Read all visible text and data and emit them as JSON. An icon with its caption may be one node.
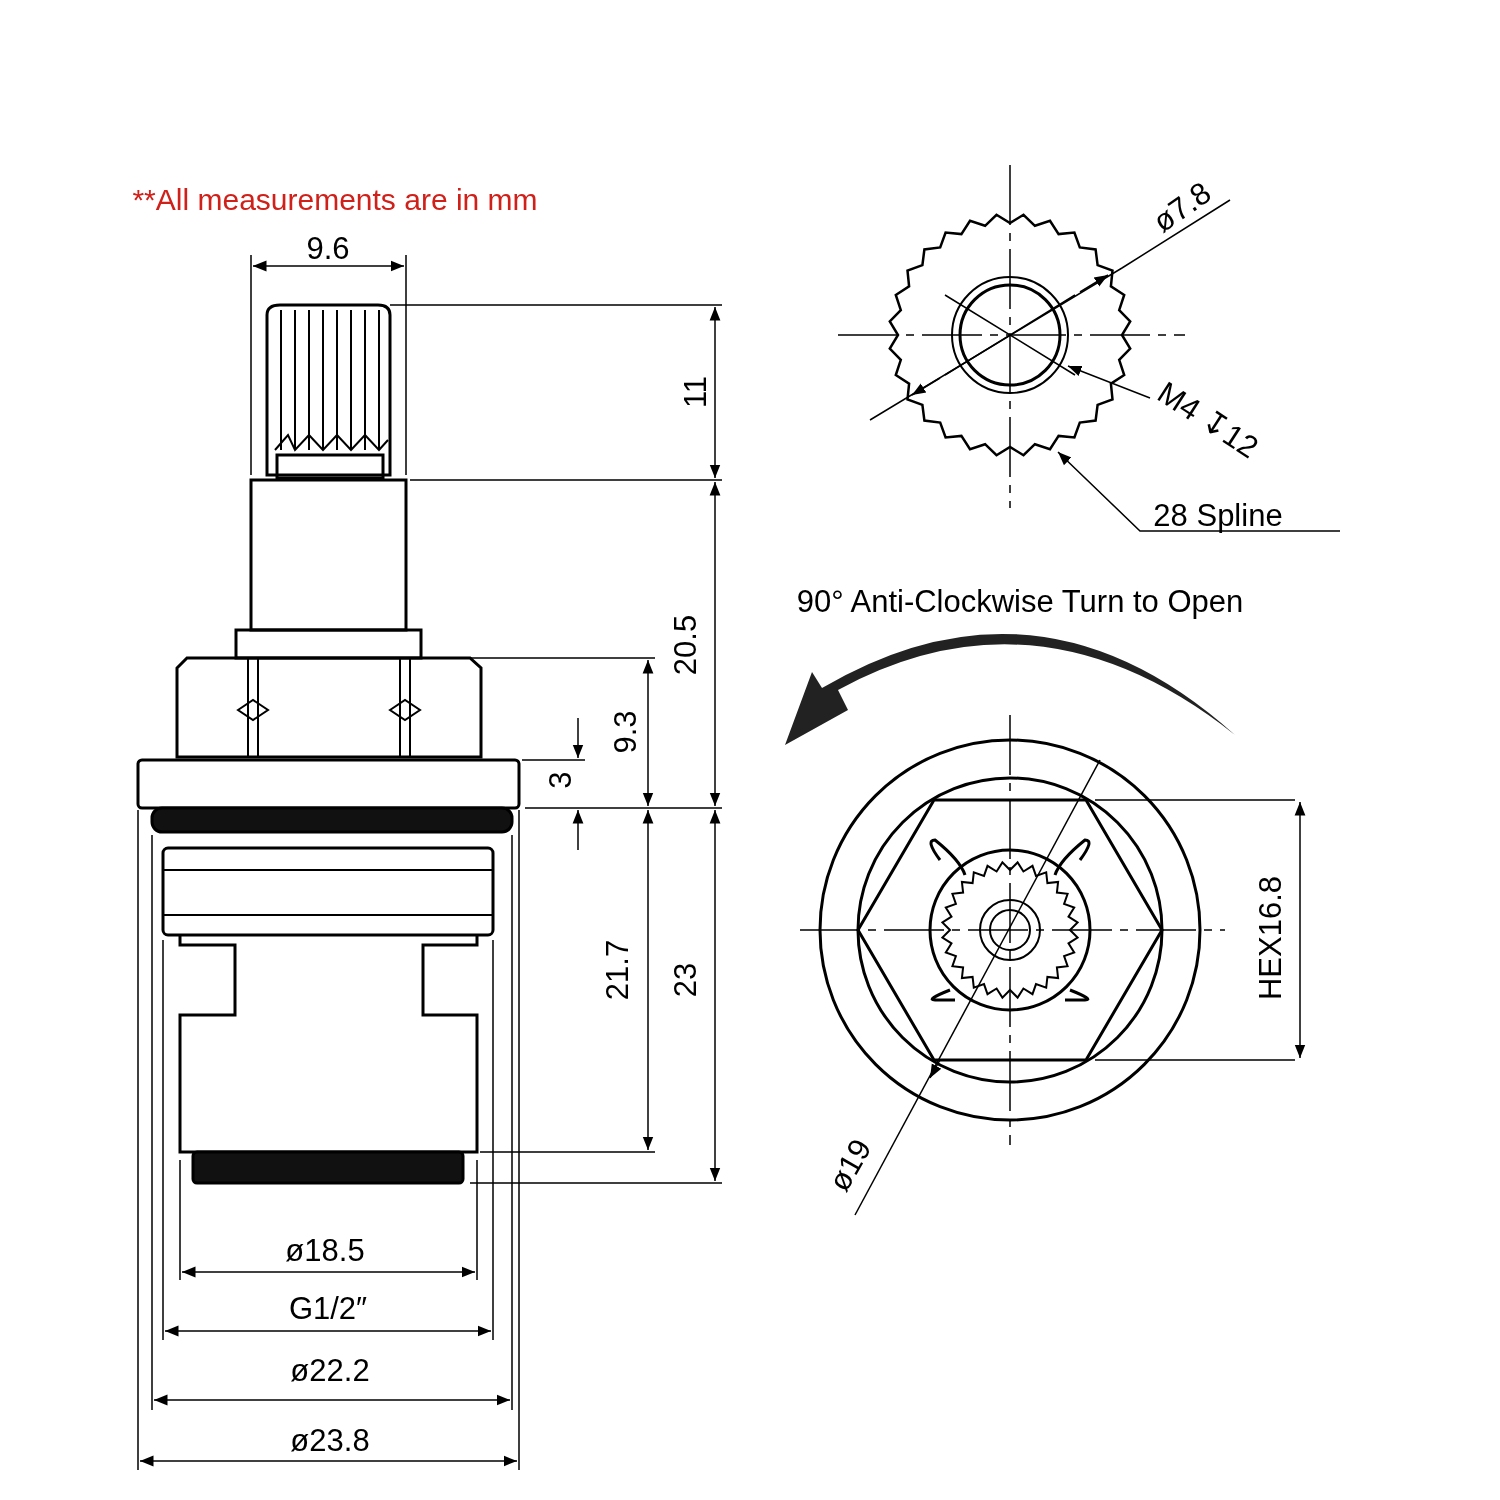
{
  "diagram": {
    "nodes": [
      {
        "text": [
          "M4 ↧12"
        ]
      },
      {
        "text": [
          "28 Spline"
        ]
      }
    ],
    "edges": [
      {
        "from": 0,
        "to": null,
        "arrow": "to"
      },
      {
        "from": 1,
        "to": null,
        "arrow": "to"
      }
    ],
    "labels": [
      "**All measurements are in mm",
      "9.6",
      "11",
      "20.5",
      "9.3",
      "3",
      "21.7",
      "23",
      "ø18.5",
      "G1/2″",
      "ø22.2",
      "ø23.8",
      "ø7.8",
      "90° Anti-Clockwise Turn to Open",
      "HEX16.8",
      "ø19"
    ]
  }
}
